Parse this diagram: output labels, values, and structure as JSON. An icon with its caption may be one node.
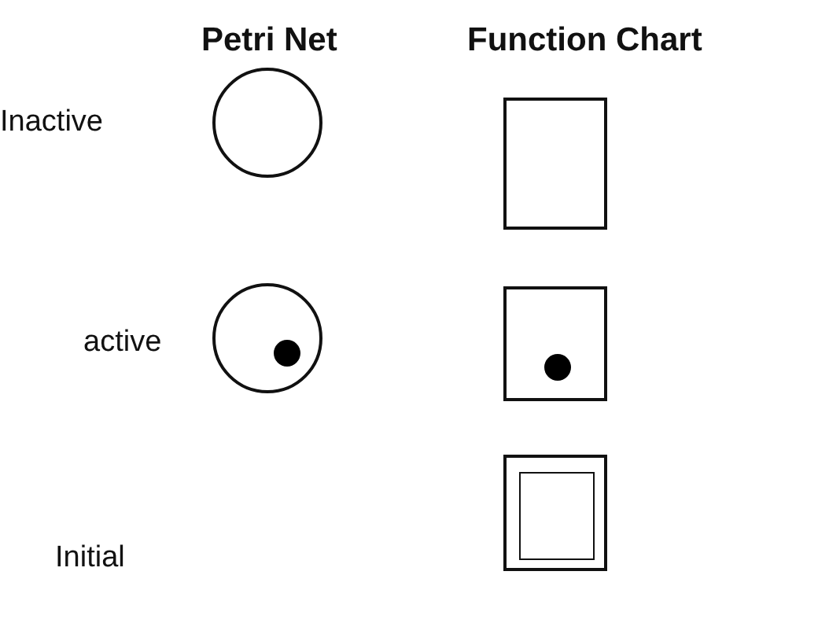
{
  "diagram": {
    "nodes": [
      {
        "text": [],
        "shape": "circle"
      },
      {
        "text": [],
        "shape": "box"
      },
      {
        "text": [],
        "shape": "circle"
      },
      {
        "text": [],
        "shape": "dot",
        "in": 2
      },
      {
        "text": [],
        "shape": "box"
      },
      {
        "text": [],
        "shape": "dot",
        "in": 4
      },
      {
        "text": [],
        "shape": "box"
      },
      {
        "text": [],
        "shape": "box",
        "in": 6
      }
    ],
    "labels": [
      "Petri Net",
      "Function Chart",
      "Inactive",
      "active",
      "Initial"
    ]
  }
}
